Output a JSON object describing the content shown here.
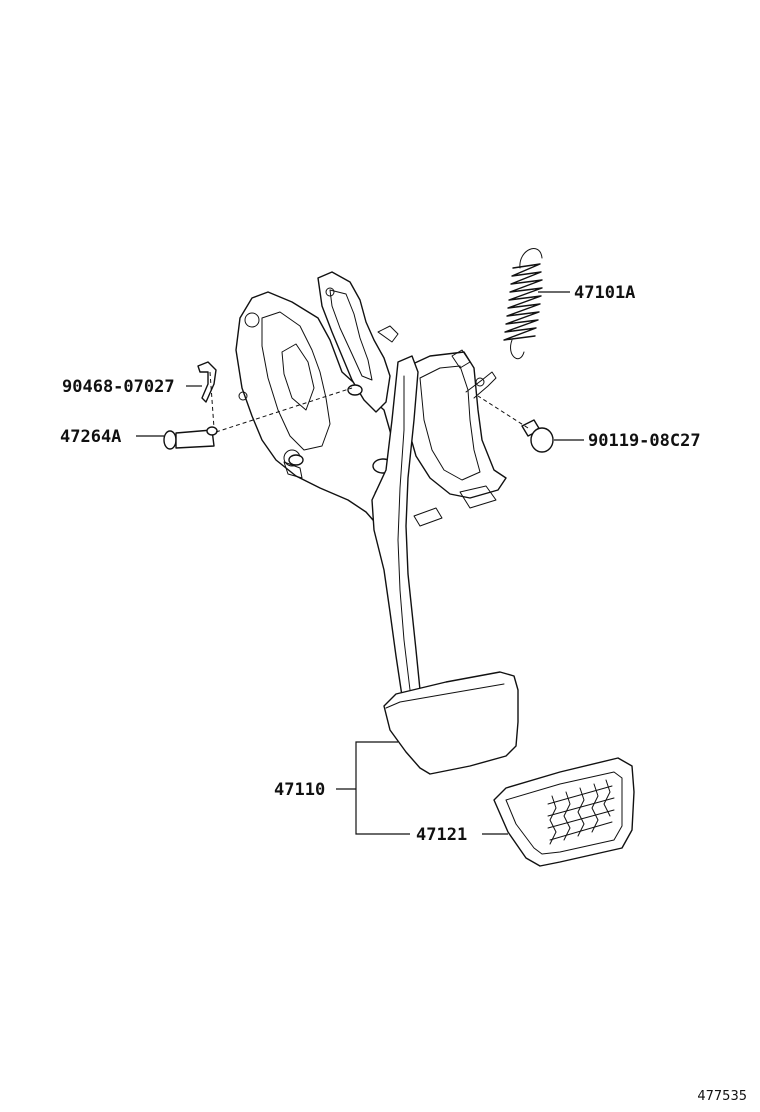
{
  "parts": {
    "p47101A": "47101A",
    "p90468": "90468-07027",
    "p47264A": "47264A",
    "p90119": "90119-08C27",
    "p47110": "47110",
    "p47121": "47121"
  },
  "reference_number": "477535"
}
